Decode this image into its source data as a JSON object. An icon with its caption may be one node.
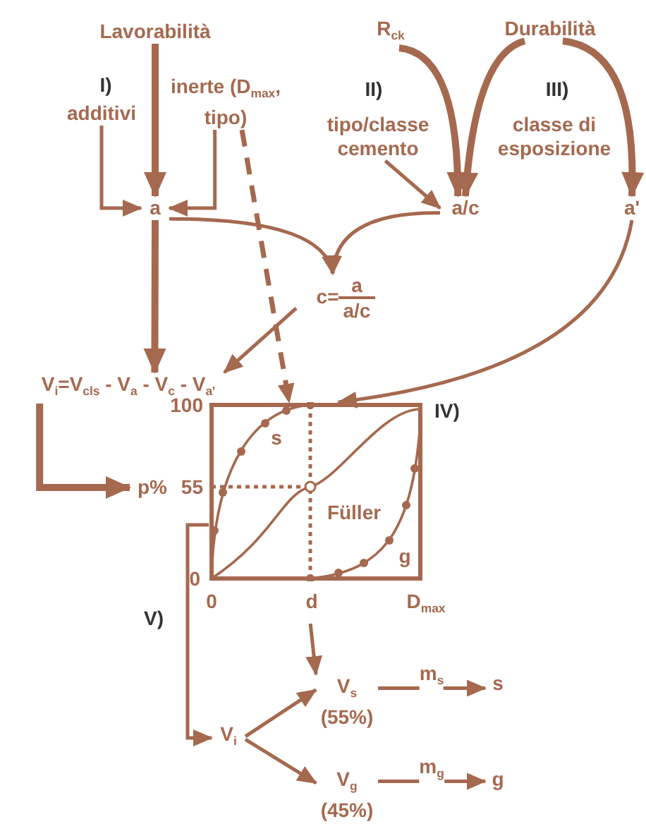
{
  "diagram": {
    "nodes": [
      {
        "text": [
          "Lavorabilità"
        ]
      },
      {
        "text": [
          "additivi"
        ]
      },
      {
        "text": [
          "inerte (D$_{max}$, tipo)"
        ]
      },
      {
        "text": [
          "R$_{ck}$"
        ]
      },
      {
        "text": [
          "Durabilità"
        ]
      },
      {
        "text": [
          "tipo/classe cemento"
        ]
      },
      {
        "text": [
          "classe di esposizione"
        ]
      },
      {
        "text": [
          "a"
        ]
      },
      {
        "text": [
          "a/c"
        ]
      },
      {
        "text": [
          "a'"
        ]
      },
      {
        "text": [
          "c=",
          "a",
          "a/c"
        ]
      },
      {
        "text": [
          "V$_{i}$=V$_{cls}$ - V$_{a}$ - V$_{c}$ - V$_{a'}$"
        ]
      },
      {
        "text": [
          "p%"
        ]
      },
      {
        "text": [],
        "shape": "picture"
      },
      {
        "text": [
          "V$_{i}$"
        ]
      },
      {
        "text": [
          "V$_{s}$",
          "(55%)"
        ]
      },
      {
        "text": [
          "s"
        ]
      },
      {
        "text": [
          "V$_{g}$",
          "(45%)"
        ]
      },
      {
        "text": [
          "g"
        ]
      }
    ],
    "edges": [
      {
        "from": 0,
        "to": 7,
        "arrow": "to",
        "style": "thick"
      },
      {
        "from": 1,
        "to": 7,
        "arrow": "to"
      },
      {
        "from": 2,
        "to": 7,
        "arrow": "to"
      },
      {
        "from": 2,
        "to": 13,
        "arrow": "to",
        "style": "dashed"
      },
      {
        "from": 3,
        "to": 8,
        "arrow": "to",
        "style": "thick"
      },
      {
        "from": 4,
        "to": 8,
        "arrow": "to",
        "style": "thick"
      },
      {
        "from": 4,
        "to": 9,
        "arrow": "to",
        "style": "thick"
      },
      {
        "from": 5,
        "to": 8,
        "arrow": "to"
      },
      {
        "from": 7,
        "to": 10,
        "arrow": "to"
      },
      {
        "from": 8,
        "to": 10,
        "arrow": "to"
      },
      {
        "from": 10,
        "to": 11,
        "arrow": "to"
      },
      {
        "from": 7,
        "to": 11,
        "arrow": "to",
        "style": "thick"
      },
      {
        "from": 9,
        "to": 13,
        "arrow": "to"
      },
      {
        "from": 11,
        "to": 12,
        "arrow": "to",
        "style": "thick"
      },
      {
        "from": 13,
        "to": 14,
        "arrow": "to"
      },
      {
        "from": 13,
        "to": 15,
        "arrow": "to"
      },
      {
        "from": 14,
        "to": 15,
        "arrow": "to"
      },
      {
        "from": 14,
        "to": 17,
        "arrow": "to"
      },
      {
        "from": 15,
        "to": 16,
        "arrow": "to",
        "label": "m$_{s}$"
      },
      {
        "from": 17,
        "to": 18,
        "arrow": "to",
        "label": "m$_{g}$"
      }
    ],
    "labels": [
      "I)",
      "II)",
      "III)",
      "IV)",
      "V)",
      "100",
      "55",
      "0",
      "s",
      "Füller",
      "g",
      "0",
      "d",
      "D$_{max}$"
    ]
  }
}
